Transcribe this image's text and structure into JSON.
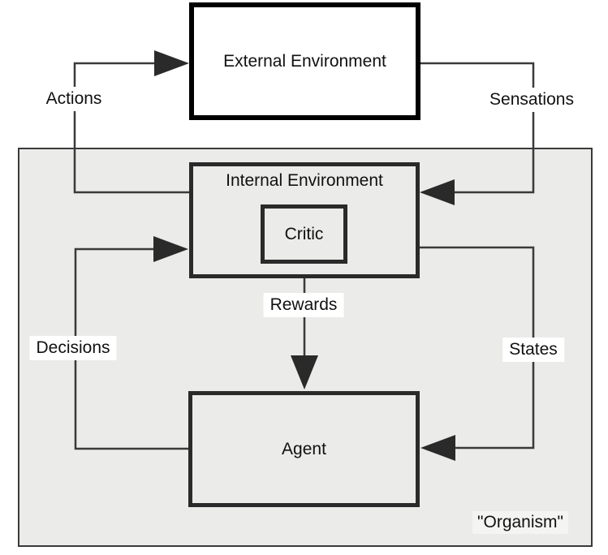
{
  "figure": {
    "background_color": "#ffffff",
    "text_color": "#111111",
    "line_color": "#3a3a3a",
    "arrowhead_color": "#2a2a2a",
    "organism": {
      "label": "\"Organism\"",
      "fill": "#ebebea",
      "border_color": "#3a3a3a"
    },
    "boxes": {
      "external_environment": {
        "label": "External Environment",
        "fill": "#ffffff",
        "border_color": "#000000"
      },
      "internal_environment": {
        "label": "Internal Environment",
        "fill": "#ebebea",
        "border_color": "#2a2a2a"
      },
      "critic": {
        "label": "Critic",
        "fill": "#ebebea",
        "border_color": "#2a2a2a"
      },
      "agent": {
        "label": "Agent",
        "fill": "#ebebea",
        "border_color": "#2a2a2a"
      }
    },
    "edges": {
      "actions": {
        "label": "Actions",
        "from": "internal_environment",
        "to": "external_environment"
      },
      "sensations": {
        "label": "Sensations",
        "from": "external_environment",
        "to": "internal_environment"
      },
      "decisions": {
        "label": "Decisions",
        "from": "agent",
        "to": "internal_environment"
      },
      "states": {
        "label": "States",
        "from": "internal_environment",
        "to": "agent"
      },
      "rewards": {
        "label": "Rewards",
        "from": "critic",
        "to": "agent"
      }
    }
  }
}
